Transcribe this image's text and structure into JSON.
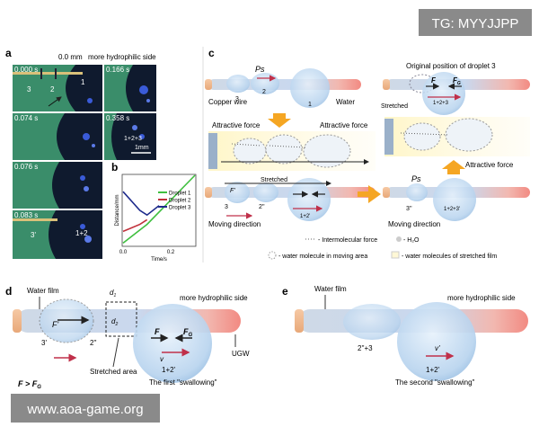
{
  "watermark_top": "TG: MYYJJPP",
  "watermark_bottom": "www.aoa-game.org",
  "panel_a": {
    "label": "a",
    "header_left": "0.0 mm",
    "header_right": "more hydrophilic side",
    "frames": [
      {
        "time": "0.000 s",
        "labels": [
          "3",
          "2",
          "1"
        ]
      },
      {
        "time": "0.166 s",
        "labels": []
      },
      {
        "time": "0.074 s",
        "labels": []
      },
      {
        "time": "0.358 s",
        "labels": [
          "1+2+3"
        ],
        "scale": "1mm"
      },
      {
        "time": "0.076 s",
        "labels": []
      },
      {
        "time": "0.083 s",
        "labels": [
          "3'",
          "1+2"
        ]
      }
    ]
  },
  "panel_b": {
    "label": "b",
    "chart_data": {
      "type": "line",
      "xlabel": "Time/s",
      "ylabel": "Distance/mm",
      "x_ticks": [
        "0.0",
        "0.2"
      ],
      "xlim": [
        0,
        0.3
      ],
      "ylim": [
        0,
        3
      ],
      "series": [
        {
          "name": "Droplet 1",
          "color": "#3fbf3f",
          "x": [
            0,
            0.1,
            0.3
          ],
          "y": [
            0.1,
            0.9,
            3.0
          ]
        },
        {
          "name": "Droplet 2",
          "color": "#c0303a",
          "x": [
            0,
            0.07,
            0.1
          ],
          "y": [
            0.6,
            0.9,
            1.1
          ]
        },
        {
          "name": "Droplet 3",
          "color": "#1e2b8c",
          "x": [
            0,
            0.07,
            0.1,
            0.15
          ],
          "y": [
            2.3,
            1.5,
            1.3,
            1.7
          ]
        }
      ]
    }
  },
  "panel_c": {
    "label": "c",
    "ps": "Ps",
    "copper_wire": "Copper wire",
    "water": "Water",
    "d3": "3",
    "d2": "2",
    "d1": "1",
    "original_pos": "Original position of droplet 3",
    "stretched": "Stretched",
    "F": "F",
    "FG": "F",
    "FG_sub": "G",
    "merge_123": "1+2+3",
    "attractive_force": "Attractive force",
    "stretched2": "Stretched",
    "Fprime": "F'",
    "d3b": "3",
    "d2b": "2''",
    "merge_12": "1+2'",
    "moving_direction": "Moving direction",
    "ps2": "Ps",
    "d3c": "3''",
    "merge_123b": "1+2+3'",
    "legend_intermolecular": "- Intermolecular force",
    "legend_h2o": "- H₂O",
    "legend_moving": "- water molecule in moving area",
    "legend_stretched": "- water molecules of stretched film"
  },
  "panel_d": {
    "label": "d",
    "water_film": "Water film",
    "hydrophilic": "more hydrophilic side",
    "d1": "d",
    "d1_sub": "1",
    "d2": "d",
    "d2_sub": "2",
    "Fprime": "F'",
    "d3": "3'",
    "d2pp": "2''",
    "F": "F",
    "FG": "F",
    "FG_sub": "G",
    "v": "v",
    "stretched_area": "Stretched area",
    "merge": "1+2'",
    "ugw": "UGW",
    "inequality": "F > F",
    "ineq_sub": "G",
    "caption": "The first \"swallowing\""
  },
  "panel_e": {
    "label": "e",
    "water_film": "Water film",
    "hydrophilic": "more hydrophilic side",
    "merge_left": "2''+3",
    "vprime": "v'",
    "merge": "1+2'",
    "caption": "The second \"swallowing\""
  }
}
